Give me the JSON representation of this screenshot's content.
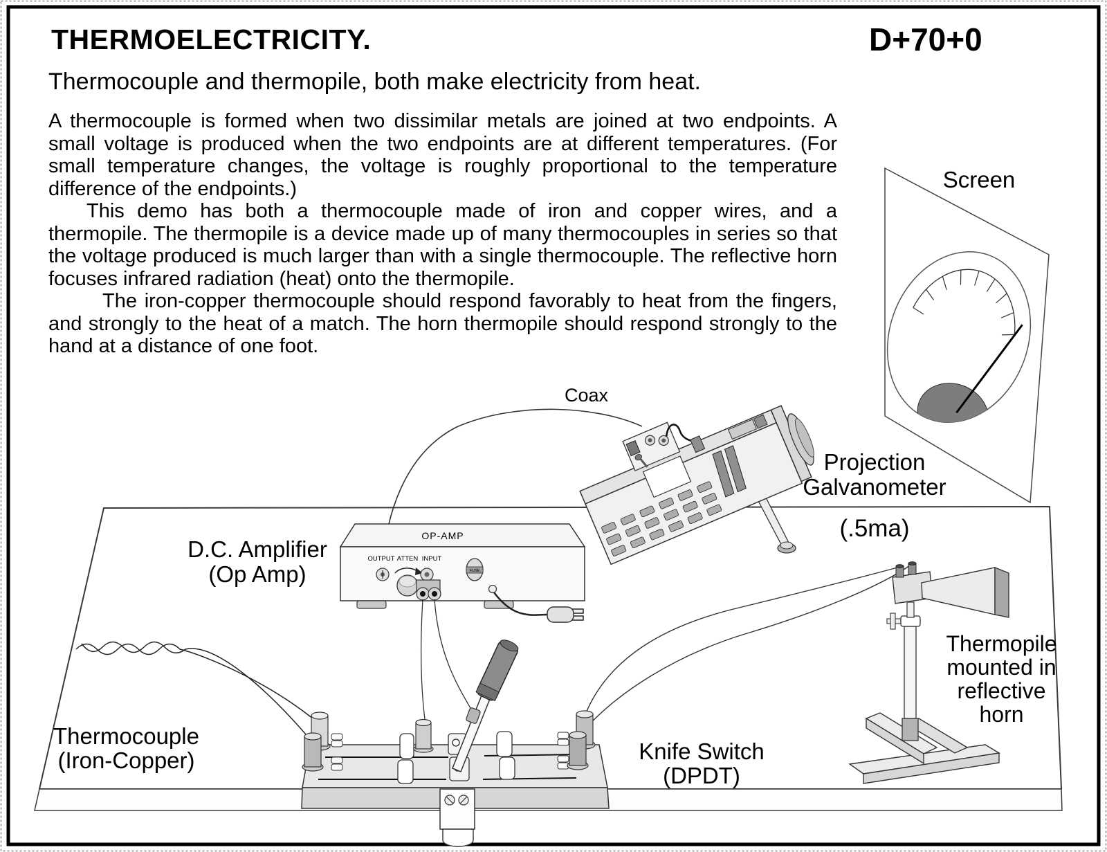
{
  "page": {
    "title": "THERMOELECTRICITY.",
    "code": "D+70+0",
    "subtitle": "Thermocouple and thermopile, both make electricity from heat."
  },
  "paragraphs": {
    "p1": "A thermocouple is formed when two dissimilar metals are joined at two endpoints.  A small voltage is produced when the two endpoints are at different temperatures.  (For small temperature changes, the voltage is roughly proportional to the temperature difference of the endpoints.)",
    "p2": "This demo has both a thermocouple made of iron and copper wires, and a thermopile.  The thermopile is a device made up of many thermocouples in series so that the voltage produced is much larger than with a single thermocouple. The reflective horn focuses infrared radiation (heat) onto the thermopile.",
    "p3": "The iron-copper thermocouple should respond favorably to heat from the fingers, and strongly to the heat of a match.  The horn thermopile should respond strongly to the hand at a distance of one foot."
  },
  "labels": {
    "screen": "Screen",
    "coax": "Coax",
    "galvanometer_line1": "Projection",
    "galvanometer_line2": "Galvanometer",
    "galvanometer_rating": "(.5ma)",
    "amplifier_line1": "D.C. Amplifier",
    "amplifier_line2": "(Op Amp)",
    "thermocouple_line1": "Thermocouple",
    "thermocouple_line2": "(Iron-Copper)",
    "knife_switch_line1": "Knife Switch",
    "knife_switch_line2": "(DPDT)",
    "thermopile_line1": "Thermopile",
    "thermopile_line2": "mounted in",
    "thermopile_line3": "reflective",
    "thermopile_line4": "horn"
  },
  "op_amp_panel": {
    "top_label": "OP-AMP",
    "output": "OUTPUT",
    "atten": "ATTEN",
    "input": "INPUT",
    "fuse": "FUSE"
  },
  "colors": {
    "ink": "#000000",
    "shade_light": "#ececec",
    "shade_mid": "#b0b0b0",
    "shade_dark": "#8f8f8f",
    "meter_spot": "#7d7d7d"
  }
}
